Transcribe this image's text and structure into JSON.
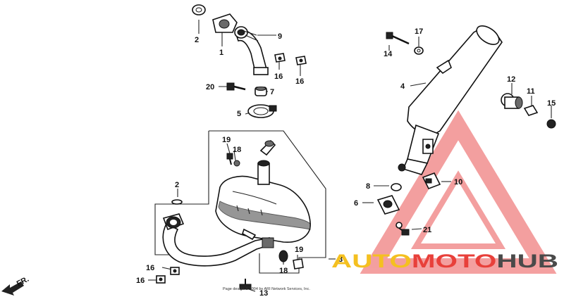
{
  "labels": {
    "p1": "1",
    "p2a": "2",
    "p2b": "2",
    "p3": "3",
    "p4": "4",
    "p5": "5",
    "p6": "6",
    "p7": "7",
    "p8": "8",
    "p9": "9",
    "p10": "10",
    "p11": "11",
    "p12": "12",
    "p13": "13",
    "p14": "14",
    "p15": "15",
    "p16a": "16",
    "p16b": "16",
    "p16c": "16",
    "p16d": "16",
    "p17": "17",
    "p18a": "18",
    "p18b": "18",
    "p19a": "19",
    "p19b": "19",
    "p20": "20",
    "p21": "21"
  },
  "direction": "FR.",
  "watermark": {
    "part1": "AUTO",
    "part2": "MOTO",
    "part3": "HUB"
  },
  "copyright": "Page design © 2004 by ARI Network Services, Inc.",
  "colors": {
    "accent_red": "#e8403a",
    "accent_yellow": "#f4c020",
    "accent_gray": "#4a4a4a",
    "triangle": "#f08080"
  }
}
